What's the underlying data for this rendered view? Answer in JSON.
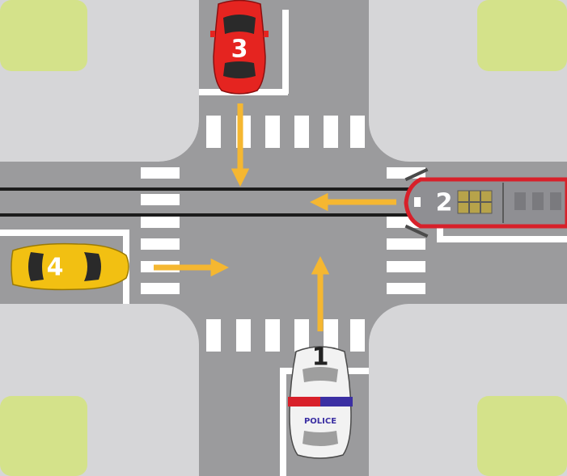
{
  "colors": {
    "grass": "#d4e28a",
    "sidewalk": "#d6d6d8",
    "road": "#9b9b9d",
    "marking": "#ffffff",
    "rail": "#1c1c1c",
    "arrow": "#f5b731",
    "car3_body": "#e52420",
    "car4_body": "#f2c012",
    "police_body": "#f2f2f2",
    "police_red": "#d8202a",
    "police_blue": "#3b2fa3",
    "tram_body": "#8f8f93",
    "tram_frame": "#d8202a"
  },
  "vehicles": [
    {
      "id": "police-car",
      "number": "1",
      "direction": "north",
      "badge": "POLICE"
    },
    {
      "id": "tram",
      "number": "2",
      "direction": "west"
    },
    {
      "id": "red-car",
      "number": "3",
      "direction": "south"
    },
    {
      "id": "yellow-car",
      "number": "4",
      "direction": "east"
    }
  ]
}
